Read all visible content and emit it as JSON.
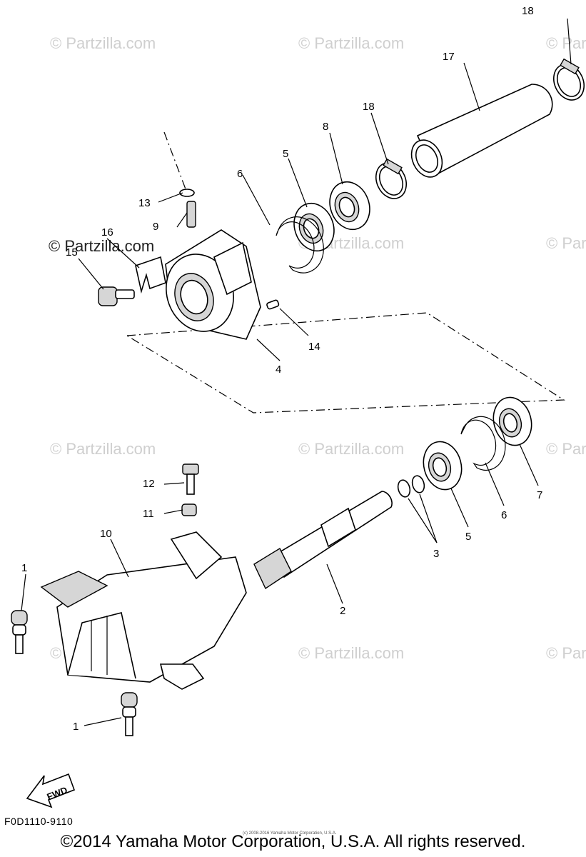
{
  "watermarks": [
    "© Partzilla.com"
  ],
  "callouts": {
    "c1": "1",
    "c2": "2",
    "c3": "3",
    "c4": "4",
    "c5": "5",
    "c6": "6",
    "c7": "7",
    "c8": "8",
    "c9": "9",
    "c10": "10",
    "c11": "11",
    "c12": "12",
    "c13": "13",
    "c14": "14",
    "c15": "15",
    "c16": "16",
    "c17": "17",
    "c18": "18"
  },
  "direction_arrow": {
    "label": "FWD",
    "icon": "fwd-arrow-icon"
  },
  "reference_code": "F0D1110-9110",
  "copyright": "©2014 Yamaha Motor Corporation, U.S.A. All rights reserved.",
  "fine_print": "(c) 2008-2016 Yamaha Motor Corporation, U.S.A."
}
